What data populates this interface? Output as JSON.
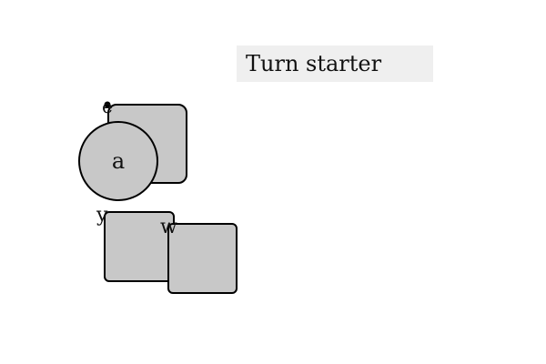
{
  "title": "Turn starter",
  "colors": {
    "title_background": "#efefef",
    "shape_fill": "#c8c8c8",
    "shape_stroke": "#000000",
    "text": "#111111"
  },
  "shapes": [
    {
      "id": "e",
      "label": "e",
      "kind": "rounded-square"
    },
    {
      "id": "a",
      "label": "a",
      "kind": "circle"
    },
    {
      "id": "y",
      "label": "y",
      "kind": "rounded-square"
    },
    {
      "id": "w",
      "label": "w",
      "kind": "rounded-square"
    }
  ]
}
